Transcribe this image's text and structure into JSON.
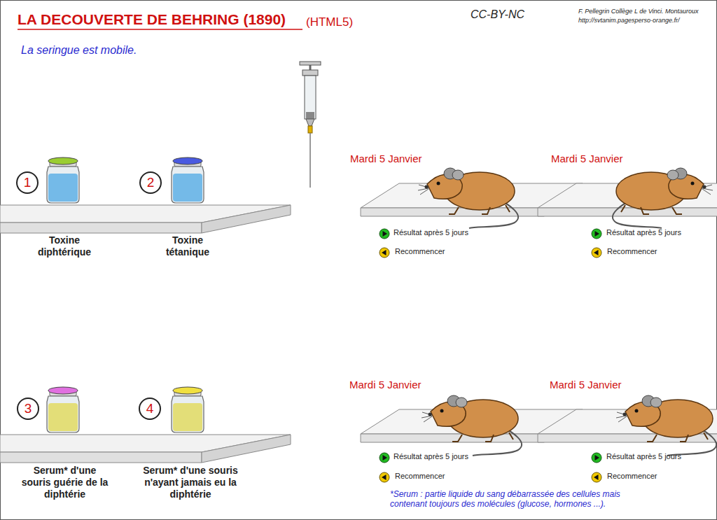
{
  "diagram": {
    "title": "LA DECOUVERTE DE BEHRING (1890)",
    "nodes": [
      {
        "text": [
          "1"
        ]
      },
      {
        "text": [
          "2"
        ]
      },
      {
        "text": [
          "3"
        ]
      },
      {
        "text": [
          "4"
        ]
      }
    ],
    "labels": [
      "(HTML5)",
      "CC-BY-NC",
      "F. Pellegrin Collège L de Vinci. Montauroux",
      "http://svtanim.pagesperso-orange.fr/",
      "La seringue est mobile.",
      "Toxine diphtérique",
      "Toxine tétanique",
      "Serum* d'une souris guérie de la diphtérie",
      "Serum* d'une souris n'ayant jamais eu la diphtérie",
      "Mardi 5 Janvier",
      "Mardi 5 Janvier",
      "Mardi 5 Janvier",
      "Mardi 5 Janvier",
      "Résultat après 5 jours",
      "Recommencer",
      "Résultat après 5 jours",
      "Recommencer",
      "Résultat après 5 jours",
      "Recommencer",
      "Résultat après 5 jours",
      "Recommencer",
      "*Serum : partie liquide du sang débarrassée des cellules mais contenant toujours des molécules (glucose, hormones ...)."
    ]
  }
}
